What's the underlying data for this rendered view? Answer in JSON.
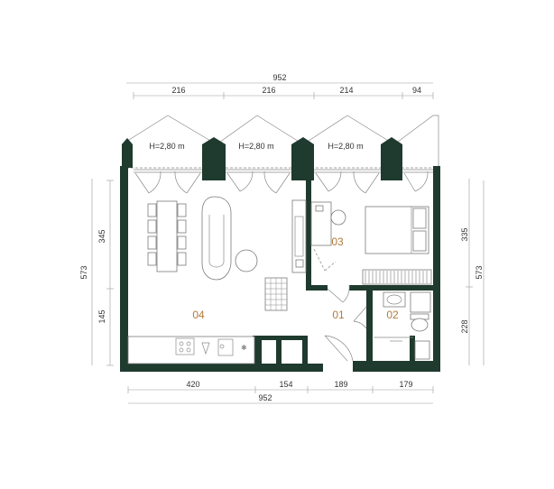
{
  "colors": {
    "wall": "#1f3a2e",
    "room_label": "#b07a3c",
    "dimension_text": "#333333",
    "lines": "#9a9a9a"
  },
  "dimensions": {
    "top_total": "952",
    "top_segments": [
      "216",
      "216",
      "214",
      "94"
    ],
    "bottom_segments": [
      "420",
      "154",
      "189",
      "179"
    ],
    "bottom_total": "952",
    "left_total": "573",
    "left_upper": "345",
    "left_lower": "145",
    "right_total": "573",
    "right_upper": "335",
    "right_lower": "228"
  },
  "heights": [
    "H=2,80 m",
    "H=2,80 m",
    "H=2,80 m"
  ],
  "rooms": {
    "r01": "01",
    "r02": "02",
    "r03": "03",
    "r04": "04"
  }
}
